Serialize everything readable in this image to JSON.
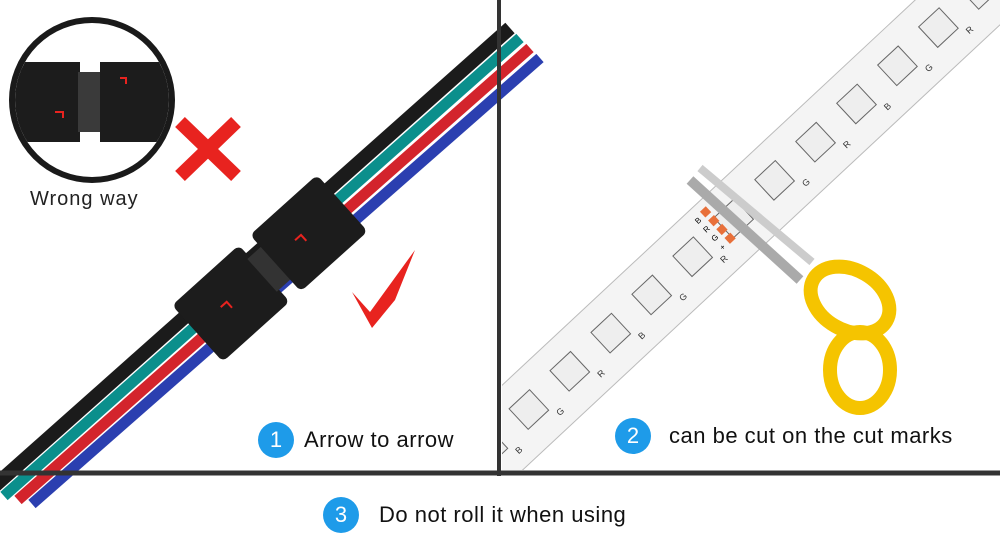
{
  "wrong_way_label": "Wrong way",
  "steps": [
    {
      "number": "1",
      "text": "Arrow to arrow"
    },
    {
      "number": "2",
      "text": "can be cut on the cut marks"
    },
    {
      "number": "3",
      "text": "Do not roll it when using"
    }
  ],
  "strip_labels": [
    "B",
    "G",
    "R"
  ],
  "cut_mark_labels": [
    "B",
    "R",
    "G",
    "+"
  ],
  "colors": {
    "accent": "#1e9be9",
    "wrong": "#e8231f",
    "right": "#e8231f",
    "divider": "#333333",
    "scissors": "#f5c400"
  }
}
